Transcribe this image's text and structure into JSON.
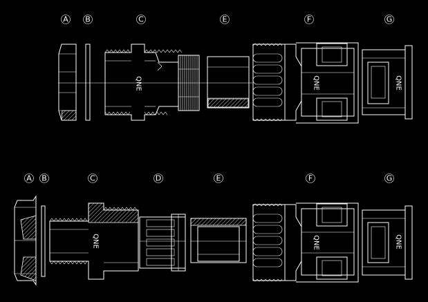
{
  "diagram": {
    "background": "#000000",
    "stroke_color": "#ffffff",
    "top_row": {
      "labels": [
        "A",
        "B",
        "C",
        "E",
        "F",
        "G"
      ],
      "brand_text": [
        "QNE",
        "QNE",
        "QNE"
      ]
    },
    "bottom_row": {
      "labels": [
        "A",
        "B",
        "C",
        "D",
        "E",
        "F",
        "G"
      ],
      "brand_text": [
        "QNE",
        "QNE",
        "QNE"
      ]
    }
  }
}
